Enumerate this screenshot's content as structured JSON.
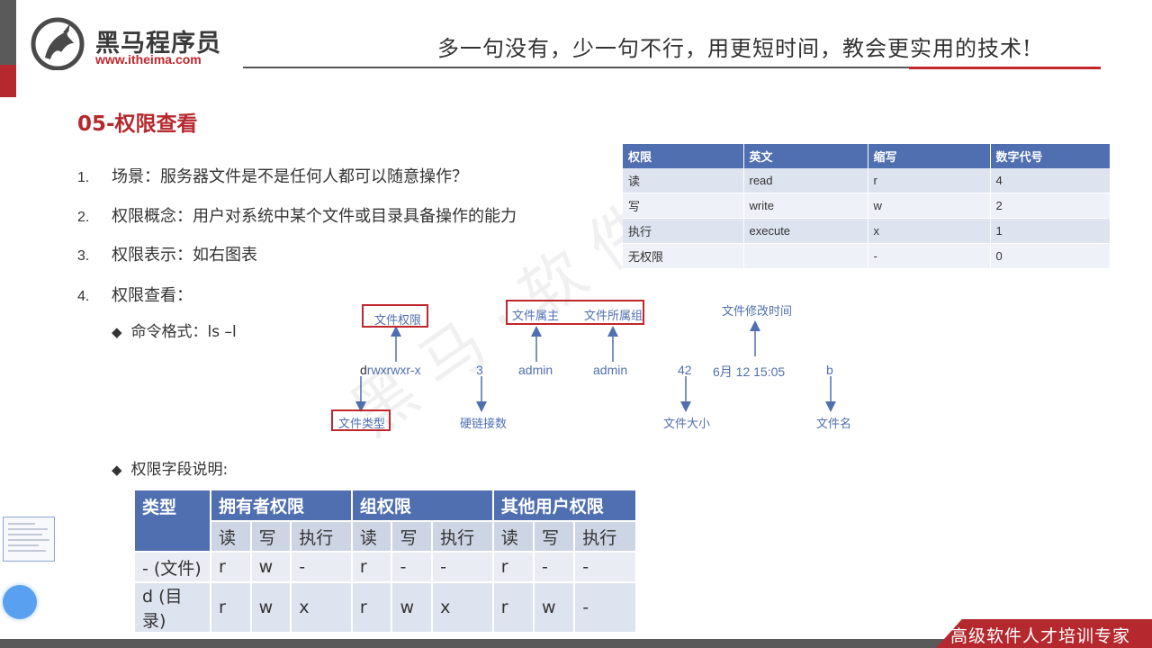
{
  "header": {
    "brand": "黑马程序员",
    "url": "www.itheima.com",
    "slogan": "多一句没有，少一句不行，用更短时间，教会更实用的技术!"
  },
  "title": "05-权限查看",
  "list": [
    {
      "num": "1.",
      "text": "场景：服务器文件是不是任何人都可以随意操作？"
    },
    {
      "num": "2.",
      "text": "权限概念：用户对系统中某个文件或目录具备操作的能力"
    },
    {
      "num": "3.",
      "text": "权限表示：如右图表"
    },
    {
      "num": "4.",
      "text": "权限查看："
    }
  ],
  "sub_items": {
    "command": "命令格式：ls –l",
    "fields": "权限字段说明:"
  },
  "perm_table": {
    "headers": [
      "权限",
      "英文",
      "缩写",
      "数字代号"
    ],
    "rows": [
      [
        "读",
        "read",
        "r",
        "4"
      ],
      [
        "写",
        "write",
        "w",
        "2"
      ],
      [
        "执行",
        "execute",
        "x",
        "1"
      ],
      [
        "无权限",
        "",
        "-",
        "0"
      ]
    ]
  },
  "diagram": {
    "perm_label": "文件权限",
    "owner_label": "文件属主",
    "group_label": "文件所属组",
    "mtime_label": "文件修改时间",
    "type_label": "文件类型",
    "links_label": "硬链接数",
    "size_label": "文件大小",
    "name_label": "文件名",
    "line": {
      "type_char": "d",
      "perms": "rwxrwxr-x",
      "links": "3",
      "owner": "admin",
      "group": "admin",
      "size": "42",
      "date": "6月 12 15:05",
      "name": "b"
    }
  },
  "field_table": {
    "header1": [
      "类型",
      "拥有者权限",
      "组权限",
      "其他用户权限"
    ],
    "header2": [
      "读",
      "写",
      "执行",
      "读",
      "写",
      "执行",
      "读",
      "写",
      "执行"
    ],
    "rows": [
      [
        "- (文件)",
        "r",
        "w",
        "-",
        "r",
        "-",
        "-",
        "r",
        "-",
        "-"
      ],
      [
        "d (目录)",
        "r",
        "w",
        "x",
        "r",
        "w",
        "x",
        "r",
        "w",
        "-"
      ]
    ]
  },
  "footer": {
    "tagline": "高级软件人才培训专家"
  },
  "colors": {
    "accent_red": "#b5282d",
    "table_blue": "#4f6fb0"
  }
}
